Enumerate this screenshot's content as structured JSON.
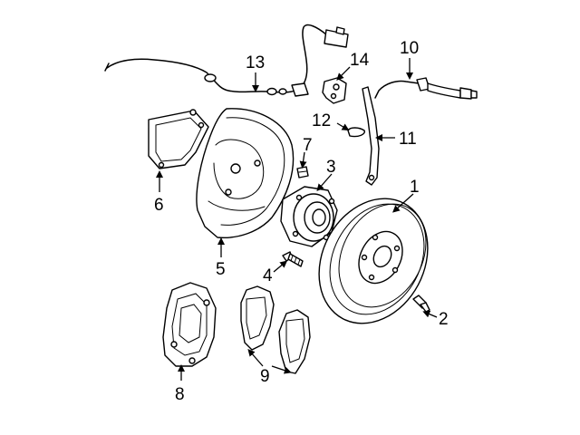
{
  "diagram": {
    "colors": {
      "line": "#000000",
      "background": "#ffffff"
    },
    "callouts": [
      {
        "id": "1",
        "label": "1"
      },
      {
        "id": "2",
        "label": "2"
      },
      {
        "id": "3",
        "label": "3"
      },
      {
        "id": "4",
        "label": "4"
      },
      {
        "id": "5",
        "label": "5"
      },
      {
        "id": "6",
        "label": "6"
      },
      {
        "id": "7",
        "label": "7"
      },
      {
        "id": "8",
        "label": "8"
      },
      {
        "id": "9",
        "label": "9"
      },
      {
        "id": "10",
        "label": "10"
      },
      {
        "id": "11",
        "label": "11"
      },
      {
        "id": "12",
        "label": "12"
      },
      {
        "id": "13",
        "label": "13"
      },
      {
        "id": "14",
        "label": "14"
      }
    ]
  }
}
